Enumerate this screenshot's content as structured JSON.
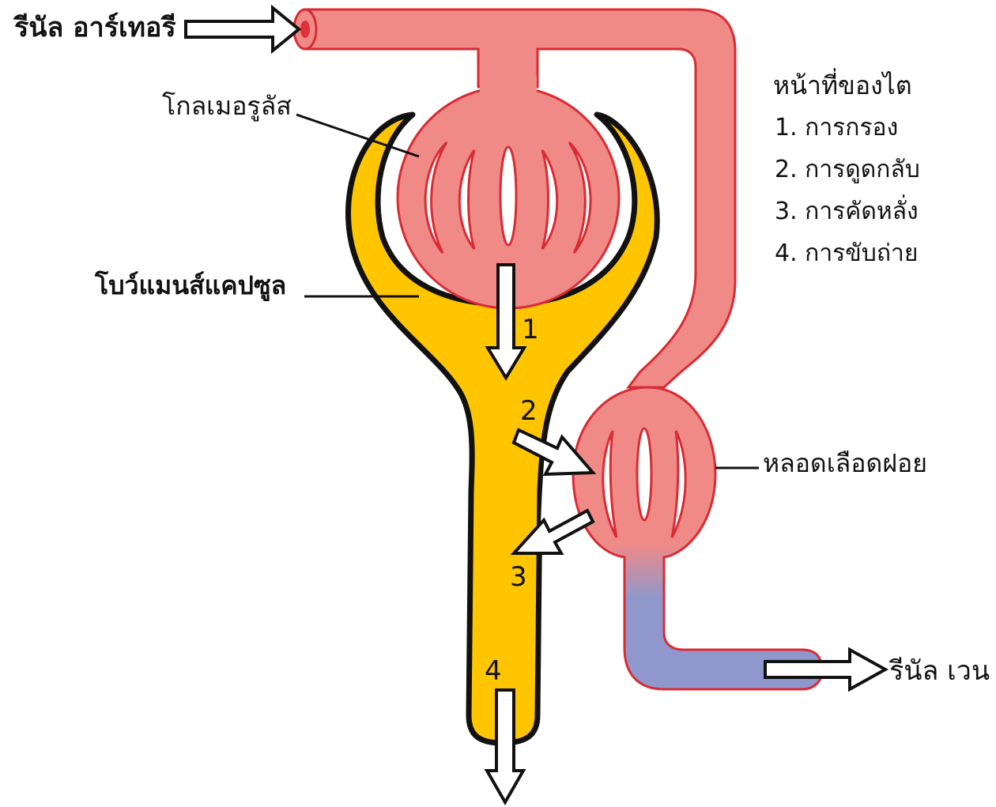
{
  "labels": {
    "renal_artery": "รีนัล อาร์เทอรี",
    "glomerulus": "โกลเมอรูลัส",
    "bowmans_capsule": "โบว์แมนส์แคปซูล",
    "capillary": "หลอดเลือดฝอย",
    "renal_vein": "รีนัล เวน"
  },
  "kidney_functions": {
    "title": "หน้าที่ของไต",
    "items": [
      "1. การกรอง",
      "2. การดูดกลับ",
      "3. การคัดหลั่ง",
      "4. การขับถ่าย"
    ]
  },
  "step_numbers": [
    "1",
    "2",
    "3",
    "4"
  ],
  "colors": {
    "arterial_blood": "#ef8a87",
    "vessel_outline": "#d92b33",
    "venous_blood": "#8f97cc",
    "capsule_fill": "#ffc600",
    "outline": "#111111"
  }
}
